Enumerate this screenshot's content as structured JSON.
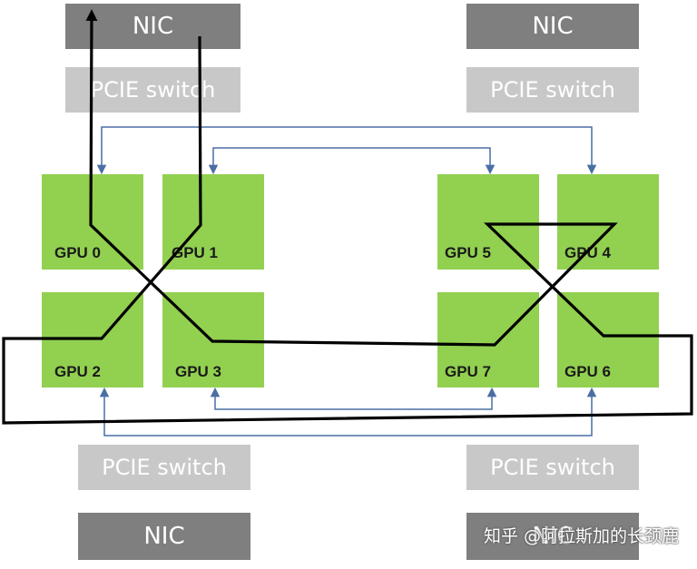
{
  "top_left": {
    "nic": "NIC",
    "pcie": "PCIE switch"
  },
  "top_right": {
    "nic": "NIC",
    "pcie": "PCIE switch"
  },
  "bottom_left": {
    "nic": "NIC",
    "pcie": "PCIE switch"
  },
  "bottom_right": {
    "nic": "NIC",
    "pcie": "PCIE switch"
  },
  "gpus": {
    "gpu0": "GPU 0",
    "gpu1": "GPU 1",
    "gpu2": "GPU 2",
    "gpu3": "GPU 3",
    "gpu4": "GPU 4",
    "gpu5": "GPU 5",
    "gpu6": "GPU 6",
    "gpu7": "GPU 7"
  },
  "watermark": "知乎 @阿拉斯加的长颈鹿",
  "colors": {
    "gpu": "#92d050",
    "nic": "#7f7f7f",
    "pcie": "#c8c8c8",
    "pcie_link": "#4a6fa5",
    "ring": "#000000"
  }
}
